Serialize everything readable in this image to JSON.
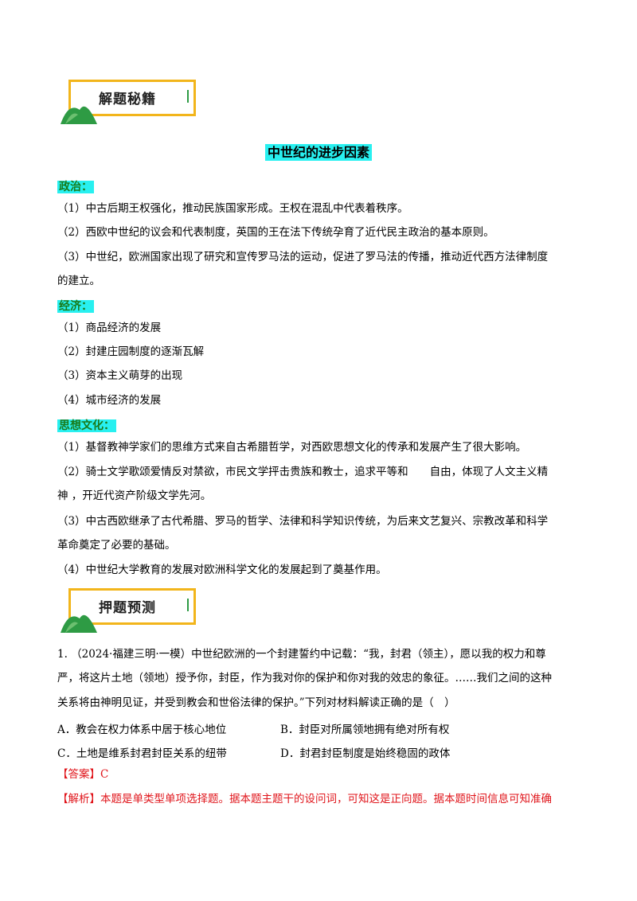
{
  "badges": {
    "tips": "解题秘籍",
    "predict": "押题预测"
  },
  "title": "中世纪的进步因素",
  "politics": {
    "heading": "政治：",
    "items": [
      "（1）中古后期王权强化，推动民族国家形成。王权在混乱中代表着秩序。",
      "（2）西欧中世纪的议会和代表制度，英国的王在法下传统孕育了近代民主政治的基本原则。",
      "（3）中世纪，欧洲国家出现了研究和宣传罗马法的运动，促进了罗马法的传播，推动近代西方法律制度",
      "的建立。"
    ]
  },
  "economy": {
    "heading": "经济：",
    "items": [
      "（1）商品经济的发展",
      "（2）封建庄园制度的逐渐瓦解",
      "（3）资本主义萌芽的出现",
      "（4）城市经济的发展"
    ]
  },
  "culture": {
    "heading": "思想文化：",
    "items": [
      "（1）基督教神学家们的思维方式来自古希腊哲学，对西欧思想文化的传承和发展产生了很大影响。",
      "（2）骑士文学歌颂爱情反对禁欲，市民文学抨击贵族和教士，追求平等和　　自由，体现了人文主义精",
      "神 ，开近代资产阶级文学先河。",
      "（3）中古西欧继承了古代希腊、罗马的哲学、法律和科学知识传统，为后来文艺复兴、宗教改革和科学",
      "革命奠定了必要的基础。",
      "（4）中世纪大学教育的发展对欧洲科学文化的发展起到了奠基作用。"
    ]
  },
  "question": {
    "lines": [
      "1. （2024·福建三明·一模）中世纪欧洲的一个封建誓约中记载：“我，封君（领主），愿以我的权力和尊",
      "严，将这片土地（领地）授予你，封臣，作为我对你的保护和你对我的效忠的象征。……我们之间的这种",
      "关系将由神明见证，并受到教会和世俗法律的保护。”下列对材料解读正确的是（　）"
    ],
    "options": {
      "A": "A．教会在权力体系中居于核心地位",
      "B": "B．封臣对所属领地拥有绝对所有权",
      "C": "C．土地是维系封君封臣关系的纽带",
      "D": "D．封君封臣制度是始终稳固的政体"
    },
    "answer_label": "【答案】",
    "answer_value": "C",
    "analysis_label": "【解析】",
    "analysis_text": "本题是单类型单项选择题。据本题主题干的设问词，可知这是正向题。据本题时间信息可知准确"
  },
  "colors": {
    "highlight": "#28f0f0",
    "frame": "#f2b51b",
    "hill": "#2e9b44",
    "answer": "#e0151b"
  }
}
